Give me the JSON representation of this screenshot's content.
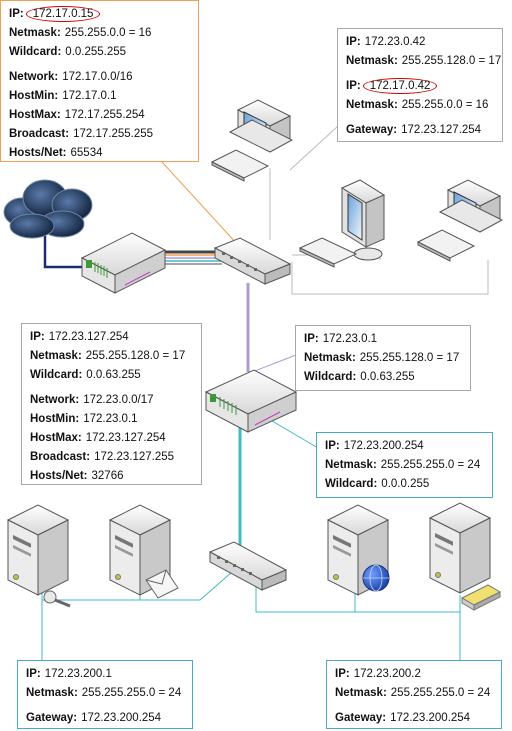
{
  "colors": {
    "orange": "#f0a050",
    "purple": "#b09ad0",
    "teal": "#40b8c8",
    "navy": "#1a2e6e",
    "gray": "#a8a8a8",
    "highlight": "#d00000"
  },
  "boxes": {
    "external": {
      "ip": "172.17.0.15",
      "netmask": "255.255.0.0 = 16",
      "wildcard": "0.0.255.255",
      "network": "172.17.0.0/16",
      "hostmin": "172.17.0.1",
      "hostmax": "172.17.255.254",
      "broadcast": "172.17.255.255",
      "hosts": "65534"
    },
    "top_right": {
      "ip1": "172.23.0.42",
      "netmask1": "255.255.128.0 = 17",
      "ip2": "172.17.0.42",
      "netmask2": "255.255.0.0 = 16",
      "gateway": "172.23.127.254"
    },
    "router1": {
      "ip": "172.23.127.254",
      "netmask": "255.255.128.0 = 17",
      "wildcard": "0.0.63.255",
      "network": "172.23.0.0/17",
      "hostmin": "172.23.0.1",
      "hostmax": "172.23.127.254",
      "broadcast": "172.23.127.255",
      "hosts": "32766"
    },
    "router2_upper": {
      "ip": "172.23.0.1",
      "netmask": "255.255.128.0 = 17",
      "wildcard": "0.0.63.255"
    },
    "router2_lower": {
      "ip": "172.23.200.254",
      "netmask": "255.255.255.0 = 24",
      "wildcard": "0.0.0.255"
    },
    "server_left": {
      "ip": "172.23.200.1",
      "netmask": "255.255.255.0 = 24",
      "gateway": "172.23.200.254"
    },
    "server_right": {
      "ip": "172.23.200.2",
      "netmask": "255.255.255.0 = 24",
      "gateway": "172.23.200.254"
    }
  },
  "labels": {
    "ip": "IP:",
    "netmask": "Netmask:",
    "wildcard": "Wildcard:",
    "network": "Network:",
    "hostmin": "HostMin:",
    "hostmax": "HostMax:",
    "broadcast": "Broadcast:",
    "hosts": "Hosts/Net:",
    "gateway": "Gateway:"
  }
}
